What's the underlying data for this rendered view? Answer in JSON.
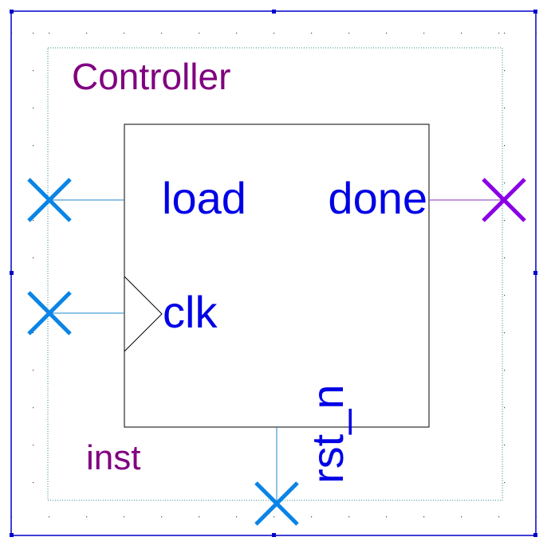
{
  "symbol": {
    "title": "Controller",
    "instance": "inst"
  },
  "pins": {
    "load": "load",
    "clk": "clk",
    "done": "done",
    "rst_n": "rst_n"
  },
  "colors": {
    "frame": "#0000cc",
    "body": "#000000",
    "inner_border": "#2e8b8b",
    "input_wire": "#1f86cc",
    "input_marker": "#0a84e6",
    "output_wire": "#8833bb",
    "output_marker": "#8a00e6",
    "label": "#800080",
    "pin_text": "#0000e6"
  },
  "icons": {
    "unconnected_marker": "x-cross-icon",
    "clock_indicator": "clock-triangle-icon"
  }
}
